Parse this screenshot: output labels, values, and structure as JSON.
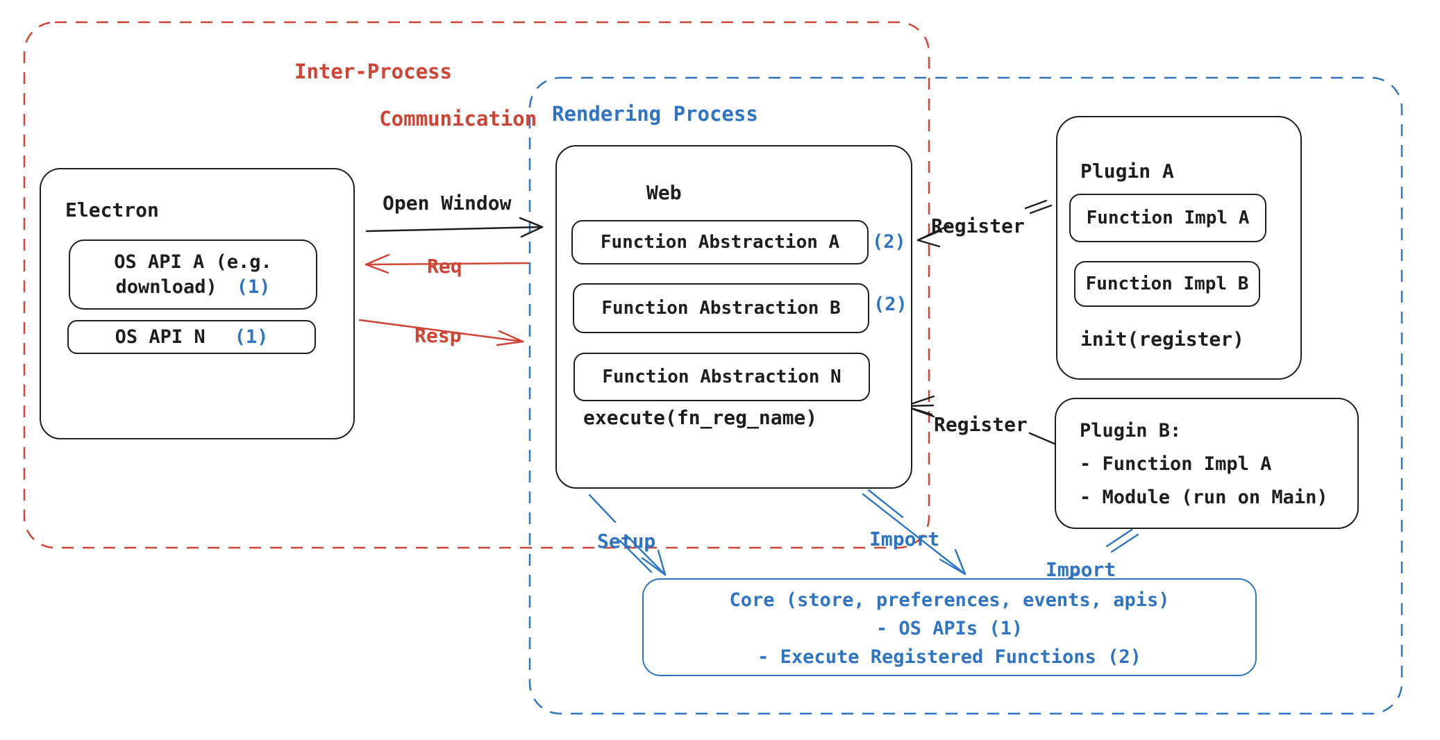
{
  "colors": {
    "red": "#cf4436",
    "blue": "#2e74c2",
    "stroke": "#1e1e1e",
    "background": "#ffffff"
  },
  "ipc_region": {
    "label_line1": "Inter-Process",
    "label_line2": "Communication"
  },
  "rendering_region": {
    "label": "Rendering Process"
  },
  "electron": {
    "title": "Electron",
    "api_a_line1": "OS API A (e.g.",
    "api_a_line2": "download)",
    "api_a_badge": "(1)",
    "api_n": "OS API N",
    "api_n_badge": "(1)"
  },
  "web": {
    "title": "Web",
    "fa_a": "Function Abstraction A",
    "fa_a_badge": "(2)",
    "fa_b": "Function Abstraction B",
    "fa_b_badge": "(2)",
    "fa_n": "Function Abstraction N",
    "execute": "execute(fn_reg_name)"
  },
  "plugin_a": {
    "title": "Plugin A",
    "impl_a": "Function Impl A",
    "impl_b": "Function Impl B",
    "init": "init(register)"
  },
  "plugin_b": {
    "title": "Plugin B:",
    "item1": "- Function Impl A",
    "item2": "- Module (run on Main)"
  },
  "core": {
    "line1": "Core (store, preferences, events, apis)",
    "line2": "- OS APIs (1)",
    "line3": "- Execute Registered Functions (2)"
  },
  "arrows": {
    "open_window": "Open Window",
    "req": "Req",
    "resp": "Resp",
    "register_top": "Register",
    "register_bottom": "Register",
    "setup": "Setup",
    "import_core": "Import",
    "import_plugin_b": "Import"
  }
}
